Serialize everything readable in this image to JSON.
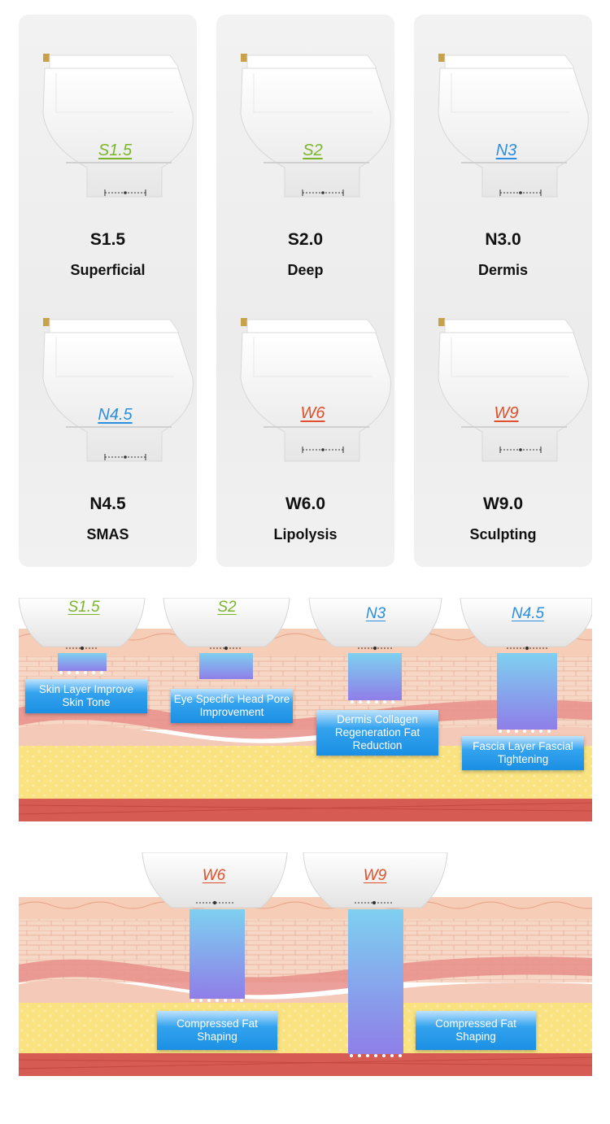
{
  "cartridges": [
    {
      "code": "S1.5",
      "label": "S1.5",
      "layer": "Superficial",
      "color": "#7ab52a"
    },
    {
      "code": "S2",
      "label": "S2.0",
      "layer": "Deep",
      "color": "#7ab52a"
    },
    {
      "code": "N3",
      "label": "N3.0",
      "layer": "Dermis",
      "color": "#2a8fe0"
    },
    {
      "code": "N4.5",
      "label": "N4.5",
      "layer": "SMAS",
      "color": "#2a8fe0"
    },
    {
      "code": "W6",
      "label": "W6.0",
      "layer": "Lipolysis",
      "color": "#e0502a"
    },
    {
      "code": "W9",
      "label": "W9.0",
      "layer": "Sculpting",
      "color": "#e0502a"
    }
  ],
  "diagram_1": {
    "heads": [
      {
        "code": "S1.5",
        "color": "#7ab52a",
        "caption": "Skin Layer Improve Skin Tone"
      },
      {
        "code": "S2",
        "color": "#7ab52a",
        "caption": "Eye Specific Head Pore Improvement"
      },
      {
        "code": "N3",
        "color": "#2a8fe0",
        "caption": "Dermis Collagen Regeneration Fat Reduction"
      },
      {
        "code": "N4.5",
        "color": "#2a8fe0",
        "caption": "Fascia Layer Fascial Tightening"
      }
    ]
  },
  "diagram_2": {
    "heads": [
      {
        "code": "W6",
        "color": "#e0502a"
      },
      {
        "code": "W9",
        "color": "#e0502a"
      }
    ],
    "captions": [
      "Compressed Fat Shaping",
      "Compressed Fat Shaping"
    ]
  },
  "colors": {
    "accent": "#f5a416",
    "panel": "#eeeeee",
    "beam": "#7fa6ee",
    "fat": "#f9df7a",
    "muscle": "#d9564e",
    "skin": "#f4c3a8"
  }
}
